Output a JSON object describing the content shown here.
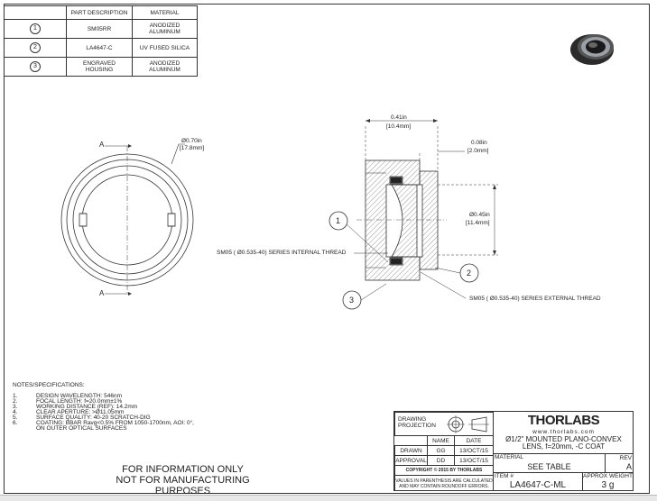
{
  "parts_table": {
    "headers": [
      "PART DESCRIPTION",
      "MATERIAL"
    ],
    "rows": [
      {
        "num": "1",
        "part": "SM05RR",
        "material_1": "ANODIZED",
        "material_2": "ALUMINUM"
      },
      {
        "num": "2",
        "part": "LA4647-C",
        "material_1": "UV FUSED SILICA",
        "material_2": ""
      },
      {
        "num": "3",
        "part_1": "ENGRAVED",
        "part_2": "HOUSING",
        "material_1": "ANODIZED",
        "material_2": "ALUMINUM"
      }
    ]
  },
  "front_view": {
    "section_mark_top": "A",
    "section_mark_bottom": "A",
    "dia_in": "Ø0.70in",
    "dia_mm": "[17.8mm]"
  },
  "side_view": {
    "width_in": "0.41in",
    "width_mm": "[10.4mm]",
    "lip_in": "0.08in",
    "lip_mm": "[2.0mm]",
    "aperture_in": "Ø0.45in",
    "aperture_mm": "[11.4mm]",
    "internal_thread": "SM05 ( Ø0.535-40) SERIES INTERNAL THREAD",
    "external_thread": "SM05 ( Ø0.535-40) SERIES EXTERNAL THREAD",
    "balloon_1": "1",
    "balloon_2": "2",
    "balloon_3": "3"
  },
  "notes": {
    "heading": "NOTES/SPECIFICATIONS:",
    "items": [
      {
        "n": "1.",
        "text": "DESIGN WAVELENGTH: 546nm"
      },
      {
        "n": "2.",
        "text": "FOCAL LENGTH: f=20.0mm±1%"
      },
      {
        "n": "3.",
        "text": "WORKING DISTANCE (REF): 14.2mm"
      },
      {
        "n": "4.",
        "text": "CLEAR APERTURE: >Ø11.05mm"
      },
      {
        "n": "5.",
        "text": "SURFACE QUALITY: 40-20 SCRATCH-DIG"
      },
      {
        "n": "6.",
        "text": "COATING: BBAR Ravg<0.5% FROM 1050-1700nm, AOI: 0°,"
      },
      {
        "n": "",
        "text": "ON OUTER OPTICAL SURFACES"
      }
    ]
  },
  "info_notice": {
    "line1": "FOR INFORMATION ONLY",
    "line2": "NOT FOR MANUFACTURING PURPOSES"
  },
  "title_block": {
    "drawing_projection_1": "DRAWING",
    "drawing_projection_2": "PROJECTION",
    "name_header": "NAME",
    "date_header": "DATE",
    "drawn_label": "DRAWN",
    "drawn_name": "GG",
    "drawn_date": "13/OCT/15",
    "approval_label": "APPROVAL",
    "approval_name": "DD",
    "approval_date": "13/OCT/15",
    "copyright": "COPYRIGHT © 2015 BY THORLABS",
    "disclaimer_1": "VALUES IN PARENTHESIS ARE CALCULATED",
    "disclaimer_2": "AND MAY CONTAIN ROUNDOFF ERRORS.",
    "brand": "THORLABS",
    "website": "www.thorlabs.com",
    "title_1": "Ø1/2\" MOUNTED PLANO-CONVEX",
    "title_2": "LENS, f=20mm, -C COAT",
    "material_label": "MATERIAL",
    "material_value": "SEE TABLE",
    "rev_label": "REV",
    "rev_value": "A",
    "item_label": "ITEM #",
    "item_value": "LA4647-C-ML",
    "weight_label": "APPROX WEIGHT",
    "weight_value": "3 g"
  }
}
